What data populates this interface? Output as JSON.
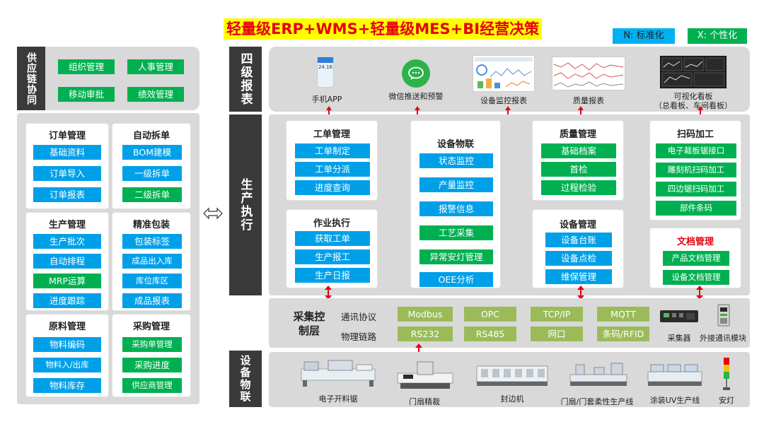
{
  "title": "轻量级ERP+WMS+轻量级MES+BI经营决策",
  "legend": {
    "standard": "N: 标准化",
    "custom": "X: 个性化"
  },
  "colors": {
    "title_bg": "#ffff00",
    "title_text": "#e60012",
    "standard": "#00a0e9",
    "custom": "#00b050",
    "protocol": "#9bbb59",
    "arrow": "#e60012",
    "sidebar": "#3a3a3a",
    "panel": "#d9d9d9"
  },
  "left": {
    "supply_label": "供应链协同",
    "supply_items": [
      "组织管理",
      "人事管理",
      "移动审批",
      "绩效管理"
    ],
    "order": {
      "title": "订单管理",
      "items": [
        "基础资料",
        "订单导入",
        "订单报表"
      ]
    },
    "split": {
      "title": "自动拆单",
      "items": [
        "BOM建模",
        "一级拆单",
        "二级拆单"
      ]
    },
    "production": {
      "title": "生产管理",
      "items": [
        "生产批次",
        "自动排程",
        "MRP运算",
        "进度跟踪"
      ]
    },
    "packing": {
      "title": "精准包装",
      "items": [
        "包装标签",
        "成品出入库",
        "库位库区",
        "成品报表"
      ]
    },
    "material": {
      "title": "原料管理",
      "items": [
        "物料编码",
        "物料入/出库",
        "物料库存"
      ]
    },
    "purchase": {
      "title": "采购管理",
      "items": [
        "采购单管理",
        "采购进度",
        "供应商管理"
      ]
    }
  },
  "exchange_icon": "double-arrow-icon",
  "reports": {
    "label": "四级报表",
    "items": [
      "手机APP",
      "微信推送和预警",
      "设备监控报表",
      "质量报表",
      "可视化看板\n（总看板、车间看板）"
    ],
    "phone_value": "24.16"
  },
  "exec": {
    "label": "生产执行",
    "work_order": {
      "title": "工单管理",
      "items": [
        "工单制定",
        "工单分派",
        "进度查询"
      ]
    },
    "operation": {
      "title": "作业执行",
      "items": [
        "获取工单",
        "生产报工",
        "生产日报"
      ]
    },
    "iot": {
      "title": "设备物联",
      "items": [
        "状态监控",
        "产量监控",
        "报警信息",
        "工艺采集",
        "异常安灯管理",
        "OEE分析"
      ]
    },
    "quality": {
      "title": "质量管理",
      "items": [
        "基础档案",
        "首检",
        "过程检验"
      ]
    },
    "equipment": {
      "title": "设备管理",
      "items": [
        "设备台账",
        "设备点检",
        "维保管理"
      ]
    },
    "scan": {
      "title": "扫码加工",
      "items": [
        "电子裁板锯接口",
        "雕刻机扫码加工",
        "四边锯扫码加工",
        "部件条码"
      ]
    },
    "docs": {
      "title": "文档管理",
      "items": [
        "产品文档管理",
        "设备文档管理"
      ]
    }
  },
  "collect": {
    "label": "采集控制层",
    "protocol_label": "通讯协议",
    "link_label": "物理链路",
    "protocols": [
      "Modbus",
      "OPC",
      "TCP/IP",
      "MQTT"
    ],
    "links": [
      "RS232",
      "RS485",
      "网口",
      "条码/RFID"
    ],
    "devices": [
      "采集器",
      "外接通讯模块"
    ]
  },
  "devices": {
    "label": "设备物联",
    "items": [
      "电子开料锯",
      "门扇精裁",
      "封边机",
      "门扇/门套柔性生产线",
      "涂装UV生产线",
      "安灯"
    ]
  }
}
